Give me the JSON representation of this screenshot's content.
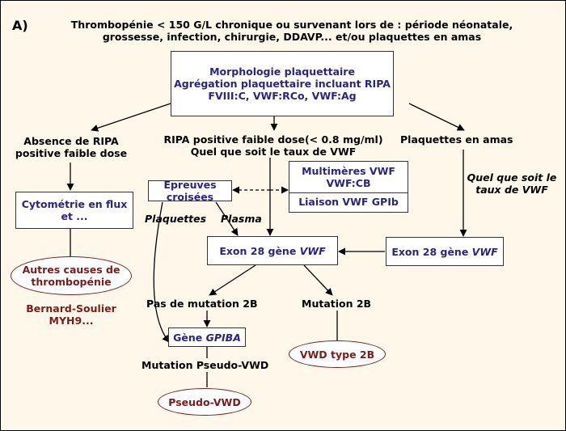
{
  "panel_label": "A)",
  "header": {
    "line1": "Thrombopénie < 150 G/L chronique ou survenant lors de : période néonatale,",
    "line2": "grossesse, infection, chirurgie, DDAVP... et/ou plaquettes en amas"
  },
  "top_box": {
    "line1": "Morphologie plaquettaire",
    "line2": "Agrégation plaquettaire incluant RIPA",
    "line3": "FVIII:C, VWF:RCo, VWF:Ag"
  },
  "branches": {
    "left": {
      "line1": "Absence de RIPA",
      "line2": "positive faible dose"
    },
    "center": {
      "line1": "RIPA positive faible dose(< 0.8 mg/ml)",
      "line2": "Quel que soit le taux de VWF"
    },
    "right": {
      "line1": "Plaquettes en amas"
    },
    "right_note": {
      "line1": "Quel que soit le",
      "line2": "taux de VWF"
    }
  },
  "cytometrie": {
    "line1": "Cytométrie en flux",
    "line2": "et ..."
  },
  "autres_causes": {
    "line1": "Autres causes de",
    "line2": "thrombopénie"
  },
  "bernard": {
    "line1": "Bernard-Soulier",
    "line2": "MYH9..."
  },
  "epreuves": "Epreuves croisées",
  "plaquettes_label": "Plaquettes",
  "plasma_label": "Plasma",
  "multimeres": {
    "line1": "Multimères VWF",
    "line2": "VWF:CB",
    "line3": "Liaison VWF GPIb"
  },
  "exon_center": {
    "prefix": "Exon 28 gène ",
    "gene": "VWF"
  },
  "exon_right": {
    "prefix": "Exon 28 gène ",
    "gene": "VWF"
  },
  "pas_mutation": "Pas de mutation 2B",
  "mutation_2b": "Mutation 2B",
  "gpiba": {
    "prefix": "Gène ",
    "gene": "GPIBA"
  },
  "vwd_2b": "VWD type 2B",
  "mutation_pseudo": "Mutation Pseudo-VWD",
  "pseudo_vwd": "Pseudo-VWD"
}
